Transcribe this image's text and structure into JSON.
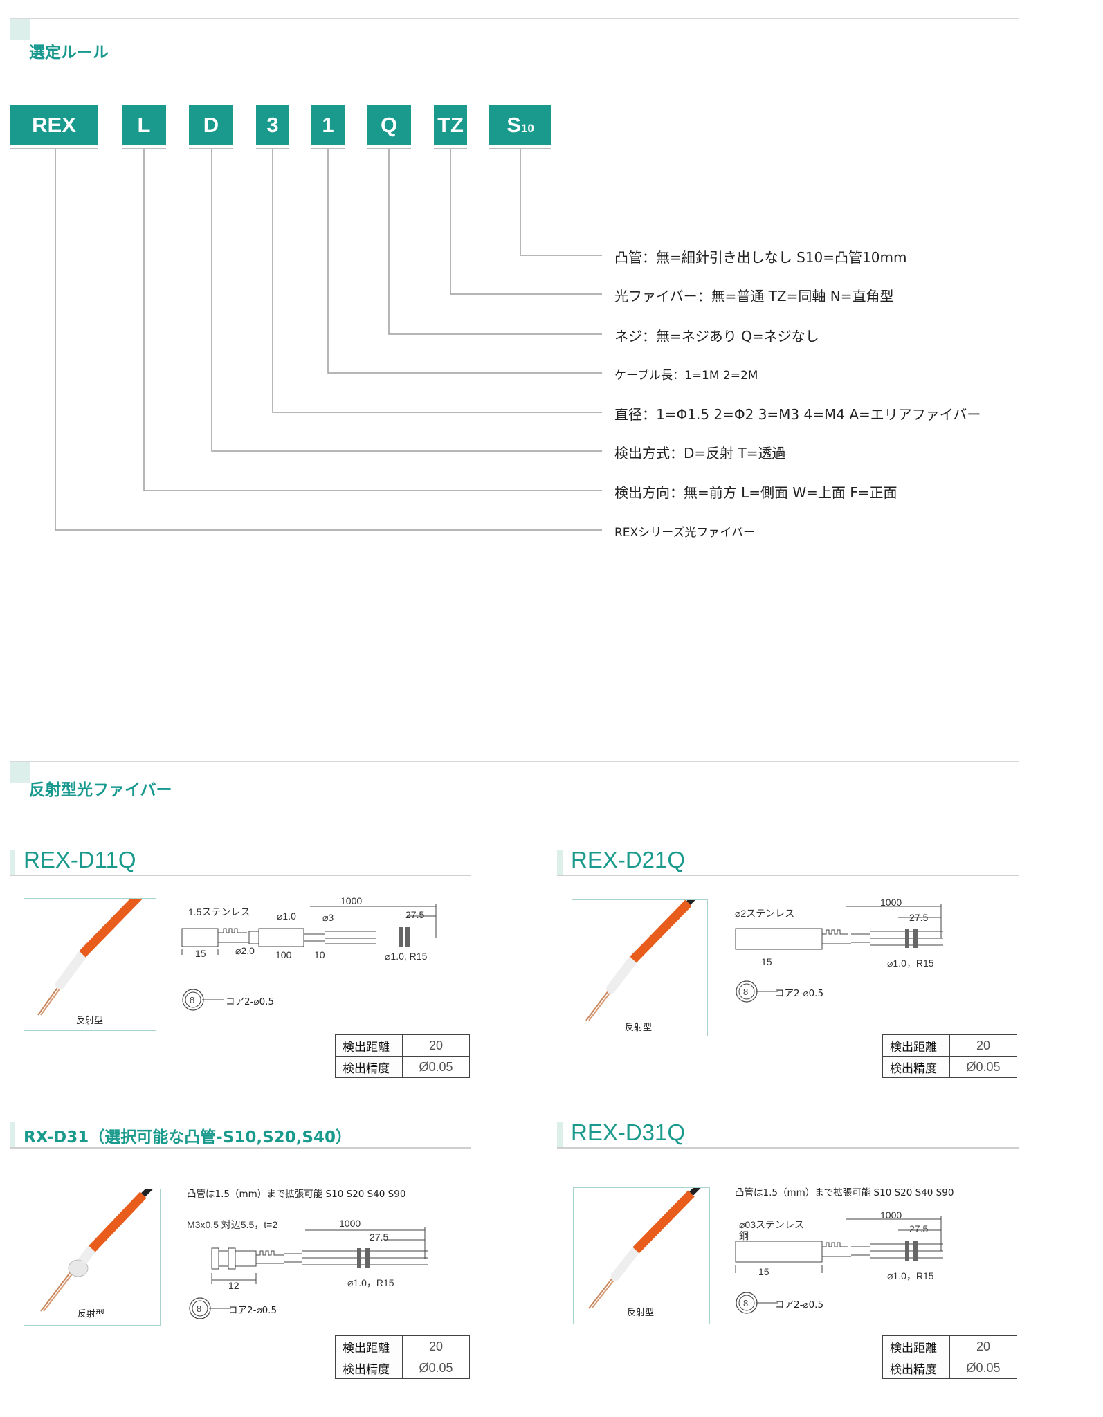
{
  "section1": {
    "title": "選定ルール"
  },
  "codes": [
    "REX",
    "L",
    "D",
    "3",
    "1",
    "Q",
    "TZ"
  ],
  "code_s": {
    "main": "S",
    "sub": "10"
  },
  "descriptions": [
    "凸管：無=細針引き出しなし S10=凸管10mm",
    "光ファイバー：無=普通 TZ=同軸 N=直角型",
    "ネジ：無=ネジあり Q=ネジなし",
    "ケーブル長：1=1M 2=2M",
    "直径：1=Φ1.5 2=Φ2 3=M3 4=M4 A=エリアファイバー",
    "検出方式：D=反射 T=透過",
    "検出方向：無=前方 L=側面 W=上面 F=正面",
    "REXシリーズ光ファイバー"
  ],
  "section2": {
    "title": "反射型光ファイバー"
  },
  "products": [
    {
      "title": "REX-D11Q",
      "caption": "反射型",
      "labels": [
        "1.5ステンレス",
        "1000",
        "⌀1.0",
        "⌀3",
        "27.5",
        "15",
        "⌀2.0",
        "100",
        "10",
        "⌀1.0, R15"
      ],
      "core": "コア2-⌀0.5",
      "spec": [
        {
          "k": "検出距離",
          "v": "20"
        },
        {
          "k": "検出精度",
          "v": "Ø0.05"
        }
      ]
    },
    {
      "title": "REX-D21Q",
      "caption": "反射型",
      "labels": [
        "⌀2ステンレス",
        "1000",
        "27.5",
        "15",
        "⌀1.0，R15"
      ],
      "core": "コア2-⌀0.5",
      "spec": [
        {
          "k": "検出距離",
          "v": "20"
        },
        {
          "k": "検出精度",
          "v": "Ø0.05"
        }
      ]
    },
    {
      "title": "RX-D31（選択可能な凸管-S10,S20,S40）",
      "caption": "反射型",
      "note": "凸管は1.5（mm）まで拡張可能 S10 S20 S40 S90",
      "labels": [
        "M3x0.5 対辺5.5，t=2",
        "1000",
        "27.5",
        "12",
        "⌀1.0，R15"
      ],
      "core": "コア2-⌀0.5",
      "spec": [
        {
          "k": "検出距離",
          "v": "20"
        },
        {
          "k": "検出精度",
          "v": "Ø0.05"
        }
      ]
    },
    {
      "title": "REX-D31Q",
      "caption": "反射型",
      "note": "凸管は1.5（mm）まで拡張可能 S10 S20 S40 S90",
      "labels": [
        "⌀03ステンレス",
        "銅",
        "1000",
        "27.5",
        "15",
        "⌀1.0，R15"
      ],
      "core": "コア2-⌀0.5",
      "spec": [
        {
          "k": "検出距離",
          "v": "20"
        },
        {
          "k": "検出精度",
          "v": "Ø0.05"
        }
      ]
    }
  ],
  "colors": {
    "accent": "#1a9a8c",
    "light_accent": "#dcefeb",
    "fiber_orange": "#e85d1c"
  }
}
